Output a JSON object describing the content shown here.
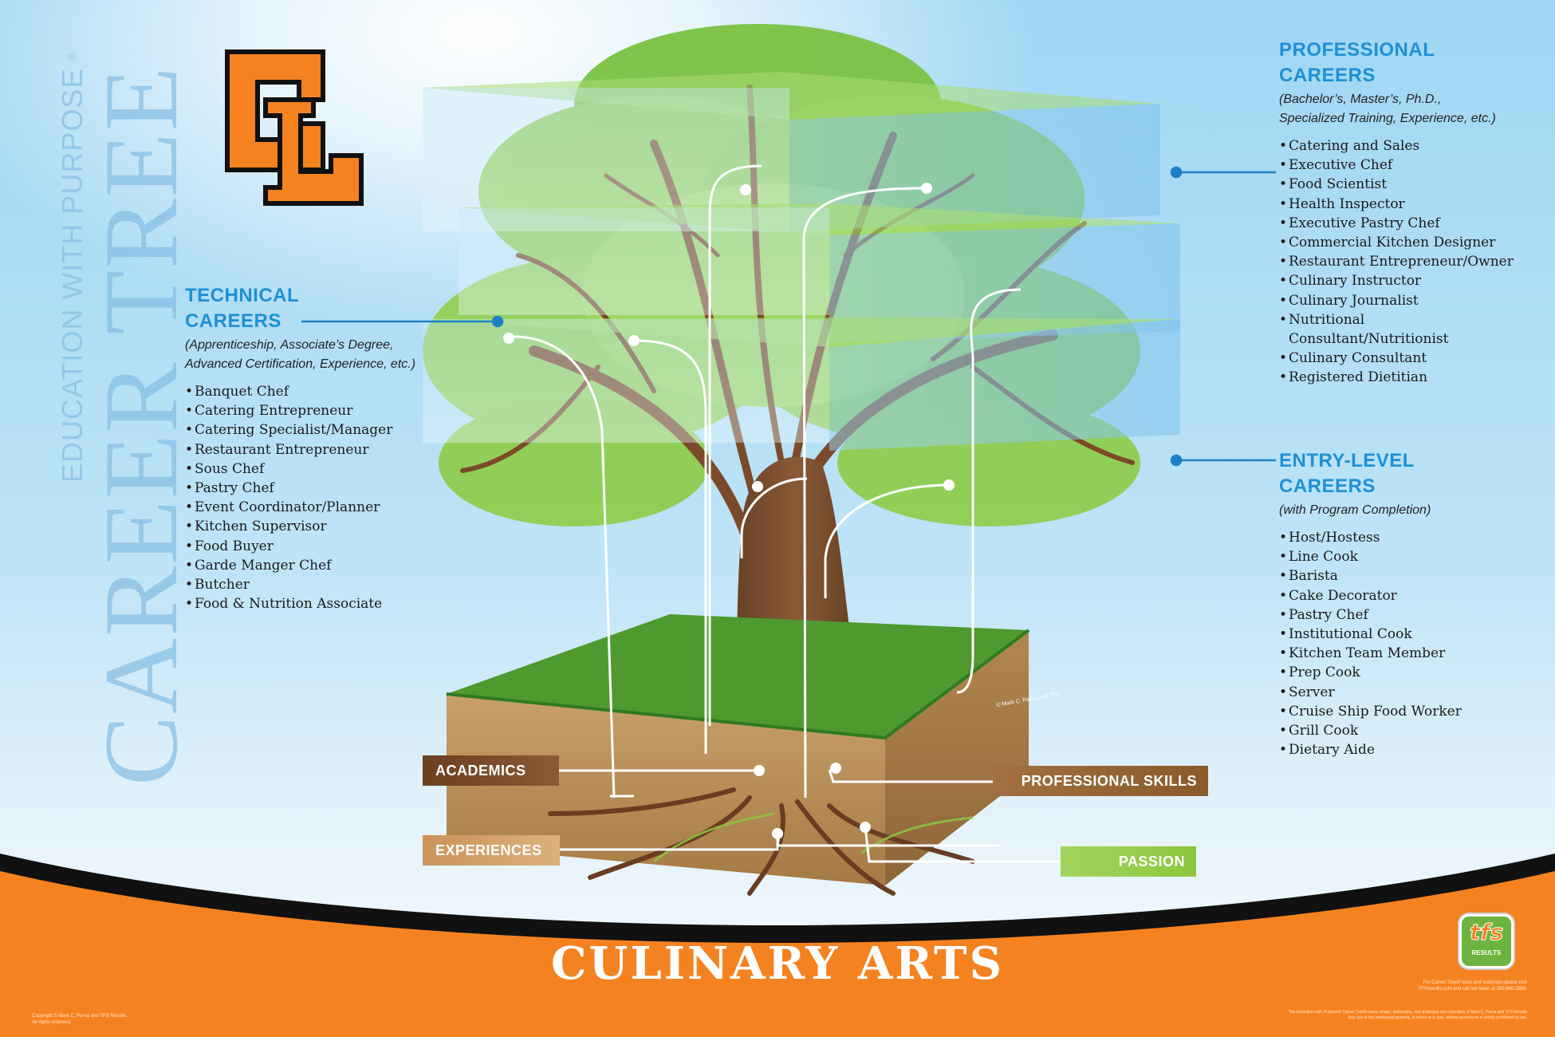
{
  "branding": {
    "vertical_subtitle": "EDUCATION WITH PURPOSE",
    "vertical_title": "CAREER TREE",
    "registered_mark": "®",
    "logo_letters": "CL",
    "copyright_tree": "© Mark C. Perna and TFS"
  },
  "technical": {
    "heading_line1": "TECHNICAL",
    "heading_line2": "CAREERS",
    "subtitle_line1": "(Apprenticeship, Associate’s Degree,",
    "subtitle_line2": "Advanced Certification, Experience, etc.)",
    "items": [
      "Banquet Chef",
      "Catering Entrepreneur",
      "Catering Specialist/Manager",
      "Restaurant Entrepreneur",
      "Sous Chef",
      "Pastry Chef",
      "Event Coordinator/Planner",
      "Kitchen Supervisor",
      "Food Buyer",
      "Garde Manger Chef",
      "Butcher",
      "Food & Nutrition Associate"
    ]
  },
  "professional": {
    "heading_line1": "PROFESSIONAL",
    "heading_line2": "CAREERS",
    "subtitle_line1": "(Bachelor’s, Master’s, Ph.D.,",
    "subtitle_line2": "Specialized Training, Experience, etc.)",
    "items": [
      "Catering and Sales",
      "Executive Chef",
      "Food Scientist",
      "Health Inspector",
      "Executive Pastry Chef",
      "Commercial Kitchen Designer",
      "Restaurant Entrepreneur/Owner",
      "Culinary Instructor",
      "Culinary Journalist",
      "Nutritional Consultant/Nutritionist",
      "Culinary Consultant",
      "Registered Dietitian"
    ]
  },
  "entry": {
    "heading_line1": "ENTRY-LEVEL",
    "heading_line2": "CAREERS",
    "subtitle": "(with Program Completion)",
    "items": [
      "Host/Hostess",
      "Line Cook",
      "Barista",
      "Cake Decorator",
      "Pastry Chef",
      "Institutional Cook",
      "Kitchen Team Member",
      "Prep Cook",
      "Server",
      "Cruise Ship Food Worker",
      "Grill Cook",
      "Dietary Aide"
    ]
  },
  "roots": {
    "academics": "ACADEMICS",
    "professional_skills": "PROFESSIONAL SKILLS",
    "experiences": "EXPERIENCES",
    "passion": "PASSION"
  },
  "footer": {
    "title": "CULINARY ARTS",
    "badge": "tfs",
    "badge_sub": "RESULTS",
    "left_fine_1": "Copyright © Mark C. Perna and TFS Results.",
    "left_fine_2": "All rights reserved.",
    "right_fine_1": "For Career Tree® tools and materials please visit",
    "right_fine_2": "TFSresults.com and call our team at 330.840.2883.",
    "right_fine_3": "The Education with Purpose® Career Tree® name, image, philosophy, and strategies are copyrights of Mark C. Perna and TFS Results",
    "right_fine_4": "Any use of this intellectual property, in whole or in part, without permission is strictly prohibited by law."
  },
  "colors": {
    "heading_blue": "#1e90d6",
    "footer_orange": "#f58220",
    "academics": "#6b3f22",
    "professional_skills": "#8a5a2b",
    "experiences": "#c9935b",
    "passion": "#8cc63f"
  }
}
